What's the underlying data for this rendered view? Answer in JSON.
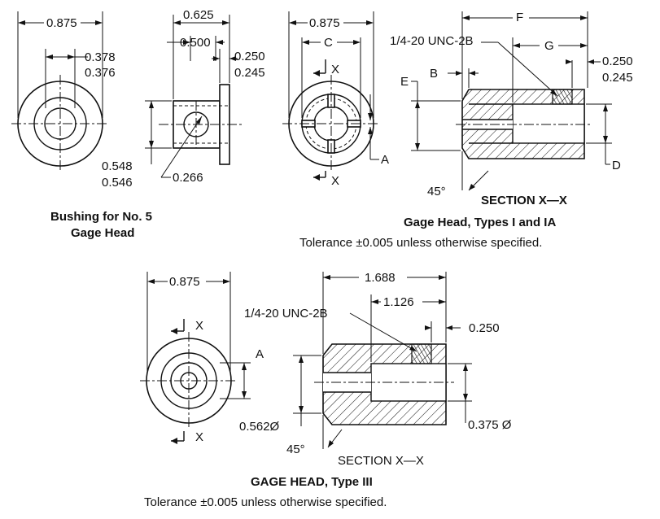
{
  "bushing": {
    "dim_outer_dia": "0.875",
    "dim_bore_max": "0.378",
    "dim_bore_min": "0.376",
    "dim_flange_overall": "0.625",
    "dim_shank_len": "0.500",
    "dim_flange_thk_max": "0.250",
    "dim_flange_thk_min": "0.245",
    "dim_shank_dia_max": "0.548",
    "dim_shank_dia_min": "0.546",
    "dim_hole": "0.266",
    "caption_line1": "Bushing for No. 5",
    "caption_line2": "Gage Head"
  },
  "gage_head_1": {
    "dim_outer_dia": "0.875",
    "label_c": "C",
    "label_x_top": "X",
    "label_x_bottom": "X",
    "label_a": "A",
    "label_f": "F",
    "label_g": "G",
    "label_b": "B",
    "label_e": "E",
    "label_d": "D",
    "thread": "1/4-20 UNC-2B",
    "dim_end_max": "0.250",
    "dim_end_min": "0.245",
    "chamfer": "45°",
    "section": "SECTION X—X",
    "caption": "Gage Head, Types I and IA",
    "tolerance": "Tolerance ±0.005 unless otherwise specified."
  },
  "gage_head_3": {
    "dim_outer_dia": "0.875",
    "label_x_top": "X",
    "label_x_bottom": "X",
    "label_a": "A",
    "dim_length": "1.688",
    "thread": "1/4-20 UNC-2B",
    "dim_bore_len": "1.126",
    "dim_thread_len": "0.250",
    "dim_nose_dia": "0.562Ø",
    "dim_bore_dia": "0.375 Ø",
    "chamfer": "45°",
    "section": "SECTION X—X",
    "caption": "GAGE HEAD, Type III",
    "tolerance": "Tolerance ±0.005 unless otherwise specified."
  }
}
